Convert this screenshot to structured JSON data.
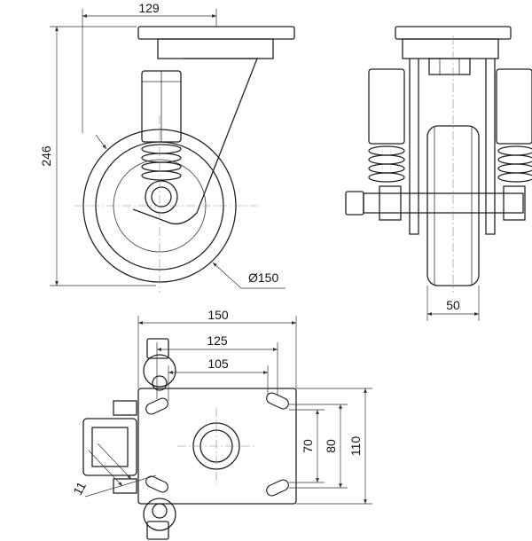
{
  "drawing": {
    "side_view": {
      "overall_height": "246",
      "plate_offset": "129",
      "wheel_diameter": "Ø150"
    },
    "front_view": {
      "wheel_width": "50"
    },
    "top_view": {
      "plate_length": "150",
      "hole_spacing_outer": "125",
      "hole_spacing_inner": "105",
      "slot_spacing_inner": "70",
      "slot_spacing_outer": "80",
      "plate_width": "110",
      "slot_width": "11"
    }
  }
}
